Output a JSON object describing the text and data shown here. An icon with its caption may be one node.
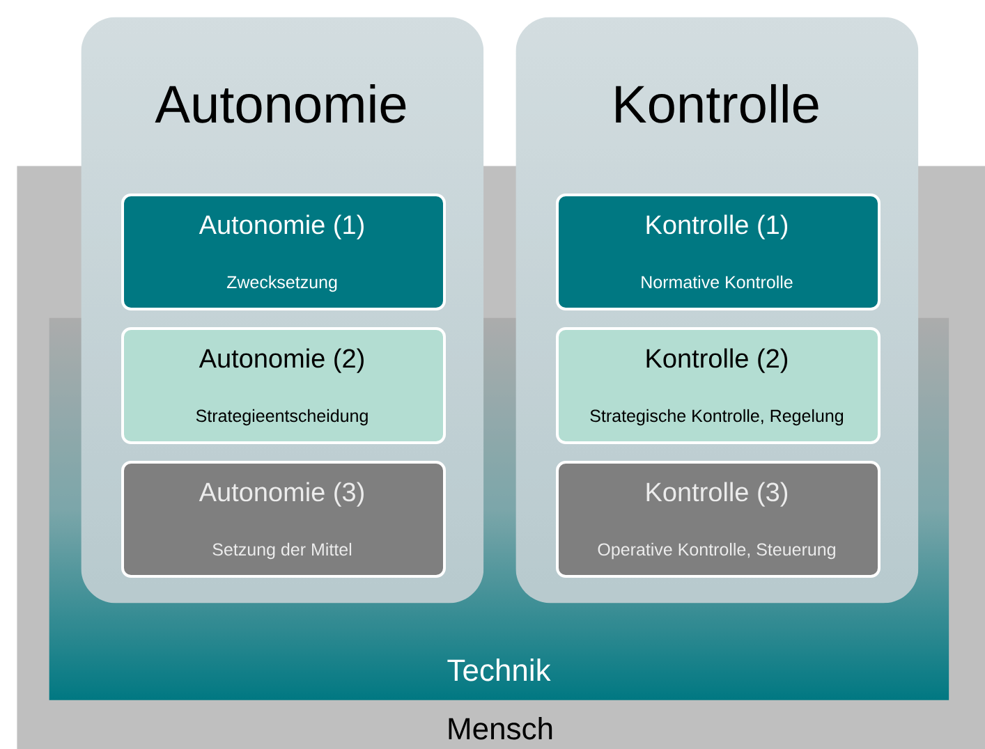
{
  "diagram": {
    "nodes": [
      {
        "text": [
          "Mensch"
        ]
      },
      {
        "text": [
          "Technik"
        ],
        "in": 0
      },
      {
        "text": [
          "Autonomie"
        ]
      },
      {
        "text": [
          "Autonomie (1)",
          "Zwecksetzung"
        ],
        "in": 2
      },
      {
        "text": [
          "Autonomie (2)",
          "Strategieentscheidung"
        ],
        "in": 2
      },
      {
        "text": [
          "Autonomie (3)",
          "Setzung der Mittel"
        ],
        "in": 2
      },
      {
        "text": [
          "Kontrolle"
        ]
      },
      {
        "text": [
          "Kontrolle (1)",
          "Normative Kontrolle"
        ],
        "in": 6
      },
      {
        "text": [
          "Kontrolle (2)",
          "Strategische Kontrolle, Regelung"
        ],
        "in": 6
      },
      {
        "text": [
          "Kontrolle (3)",
          "Operative Kontrolle, Steuerung"
        ],
        "in": 6
      }
    ]
  }
}
